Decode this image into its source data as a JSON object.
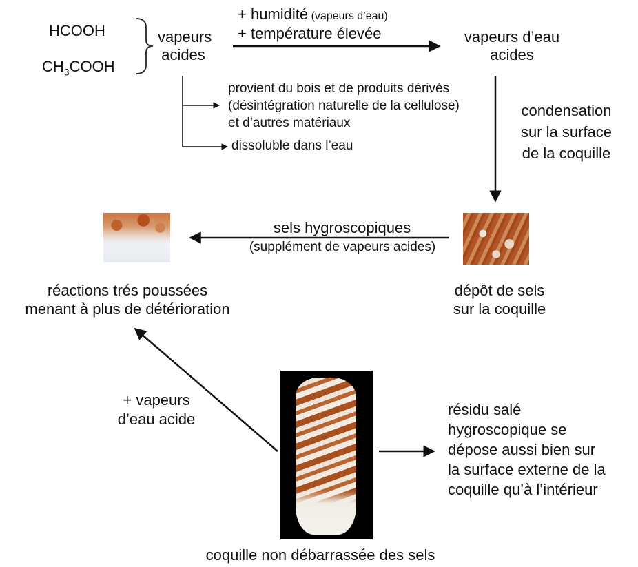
{
  "acids": {
    "formic": "HCOOH",
    "acetic_pre": "CH",
    "acetic_sub": "3",
    "acetic_post": "COOH"
  },
  "vapeurs_acides": [
    "vapeurs",
    "acides"
  ],
  "conditions": {
    "humidite": "+ humidité",
    "humidite_note": "(vapeurs d’eau)",
    "temperature": "+ température élevée"
  },
  "vapeurs_eau_acides": [
    "vapeurs d’eau",
    "acides"
  ],
  "origin": [
    "provient du bois et de produits dérivés",
    "(désintégration naturelle de la cellulose)",
    "et d’autres matériaux"
  ],
  "soluble": "dissoluble dans l’eau",
  "condensation": [
    "condensation",
    "sur la surface",
    "de la coquille"
  ],
  "sels": {
    "label": "sels hygroscopiques",
    "note": "(supplément de vapeurs acides)"
  },
  "reactions": [
    "réactions trés poussées",
    "menant à plus de détérioration"
  ],
  "depot": [
    "dépôt de sels",
    "sur la coquille"
  ],
  "vapeur_acide": [
    "+ vapeurs",
    "d’eau acide"
  ],
  "residu": [
    "résidu salé",
    "hygroscopique se",
    "dépose aussi bien sur",
    "la surface externe de la",
    "coquille qu’à l’intérieur"
  ],
  "caption": "coquille non débarrassée des sels"
}
